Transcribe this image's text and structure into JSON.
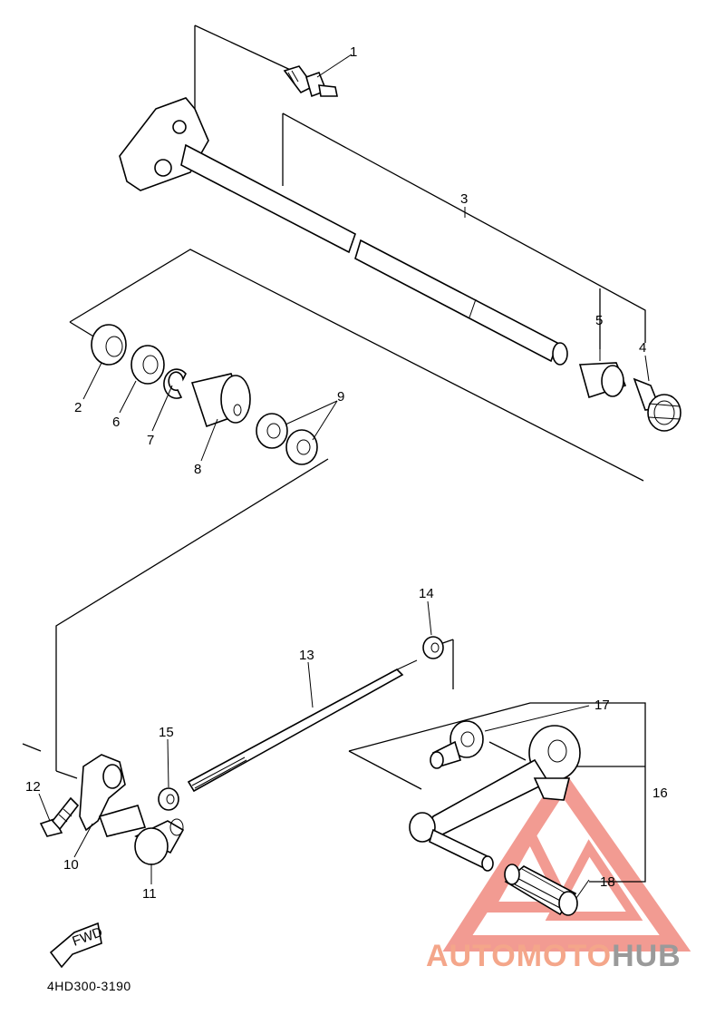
{
  "diagram": {
    "drawing_code": "4HD300-3190",
    "fwd_label": "FWD",
    "callouts": [
      "1",
      "2",
      "3",
      "4",
      "5",
      "6",
      "7",
      "8",
      "9",
      "10",
      "11",
      "12",
      "13",
      "14",
      "15",
      "16",
      "17",
      "18"
    ],
    "watermark": {
      "part1": "AUTOMOTO",
      "part2": "HUB",
      "color_primary": "#f4a68a",
      "color_secondary": "#9a9a9a",
      "logo_color": "#f08a80"
    }
  }
}
